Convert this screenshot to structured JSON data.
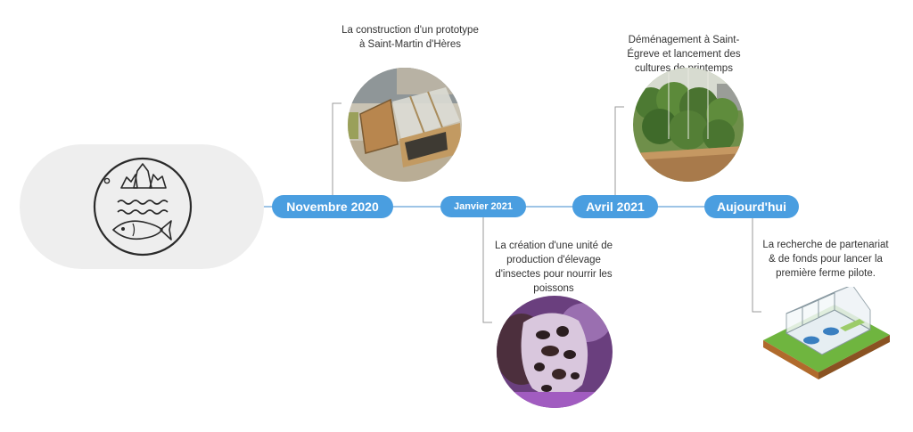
{
  "logo": {
    "icon": "aquaponics-logo-icon"
  },
  "milestones": [
    {
      "date": "Novembre 2020",
      "caption": "La construction d'un prototype à Saint-Martin d'Hères",
      "image": "greenhouse-prototype-photo"
    },
    {
      "date": "Janvier 2021",
      "caption": "La création d'une unité de production d'élevage d'insectes pour nourrir les poissons",
      "image": "insect-larvae-photo"
    },
    {
      "date": "Avril 2021",
      "caption": "Déménagement à Saint-Égreve et lancement des cultures de printemps",
      "image": "spring-crops-photo"
    },
    {
      "date": "Aujourd'hui",
      "caption": "La recherche de partenariat & de fonds pour lancer la première ferme pilote.",
      "image": "pilot-farm-illustration"
    }
  ],
  "colors": {
    "accent": "#4a9ee0",
    "line": "#9ec4e6",
    "connector": "#9a9a9a",
    "logo_bg": "#eeeeee"
  }
}
